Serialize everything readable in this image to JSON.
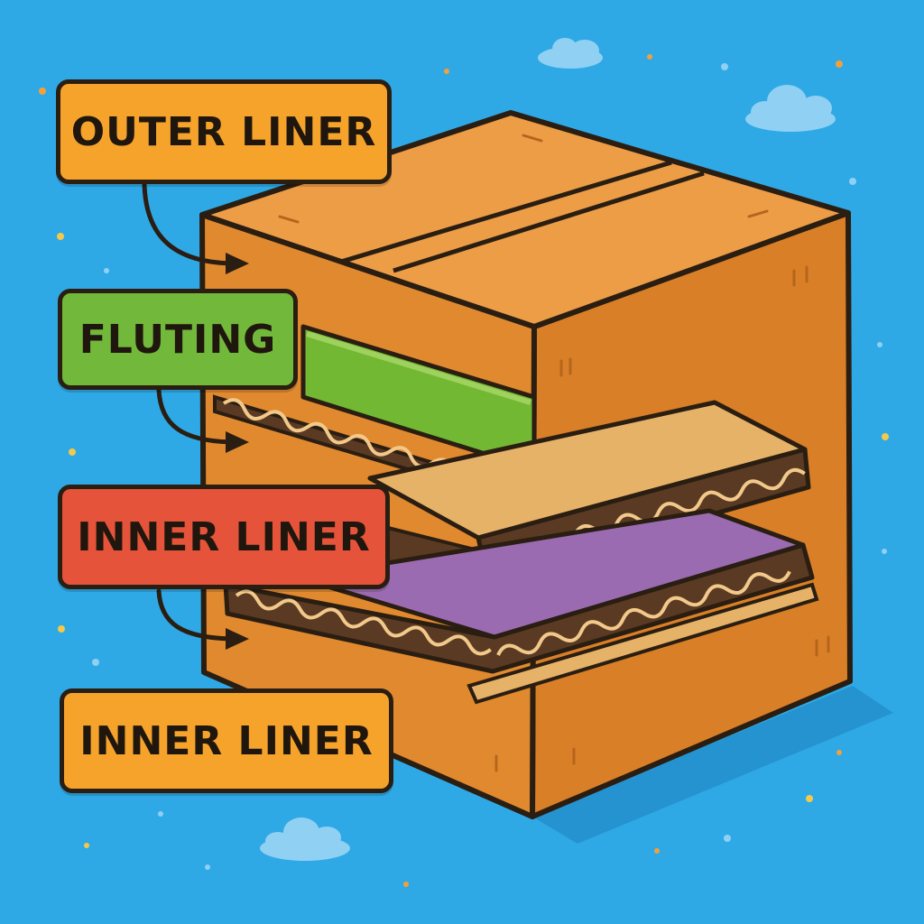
{
  "labels": {
    "outer_liner": "OUTER LINER",
    "fluting": "FLUTING",
    "inner_liner_1": "INNER LINER",
    "inner_liner_2": "INNER LINER"
  },
  "colors": {
    "background": "#2fa9e6",
    "box": "#e0892f",
    "box_top": "#ec9d46",
    "outer_liner_label": "#f6a32c",
    "fluting_label": "#72b83a",
    "inner_liner_label_1": "#e4533a",
    "inner_liner_label_2": "#f6a32c",
    "green_layer": "#73b833",
    "purple_layer": "#9a6bb0",
    "outline": "#2a1d12"
  }
}
